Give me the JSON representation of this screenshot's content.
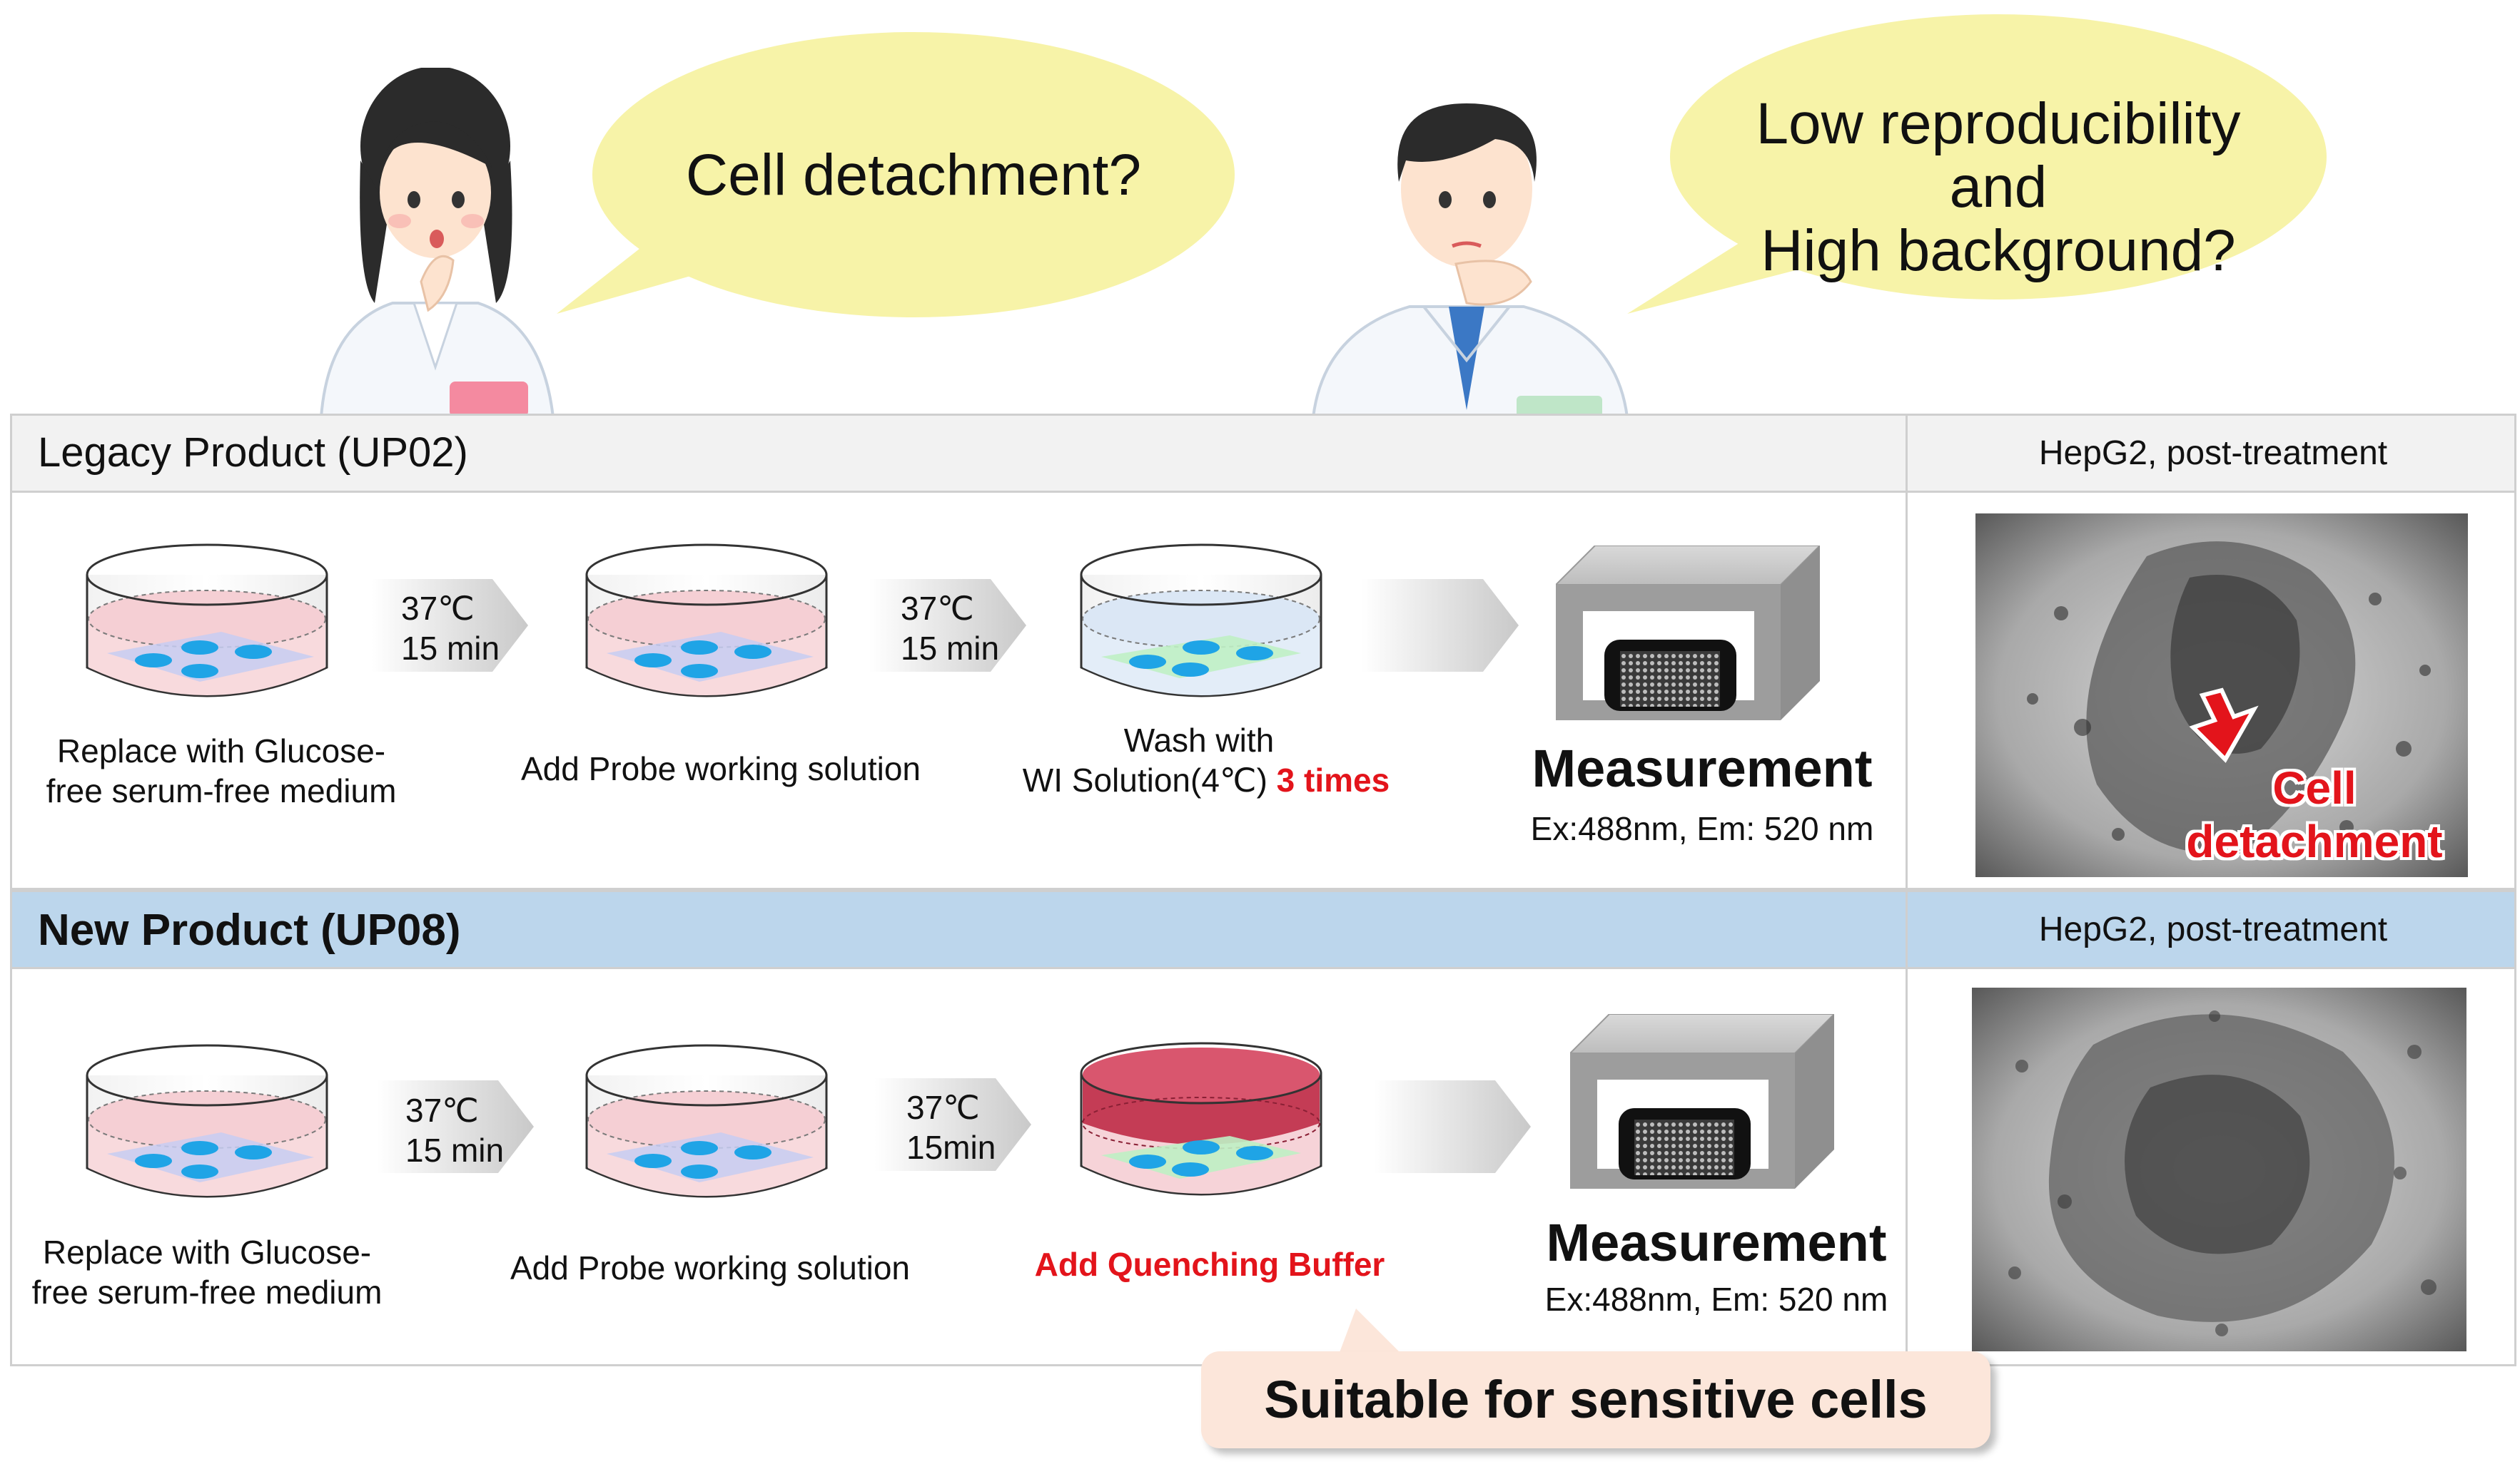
{
  "bubbles": {
    "left_text": "Cell detachment?",
    "right_line1": "Low reproducibility",
    "right_line2": "and",
    "right_line3": "High background?"
  },
  "legacy": {
    "title": "Legacy Product (UP02)",
    "photo_header": "HepG2, post-treatment",
    "step1_line1": "Replace with Glucose-",
    "step1_line2": "free serum-free medium",
    "arrow1_temp": "37℃",
    "arrow1_time": "15 min",
    "step2": "Add Probe working solution",
    "arrow2_temp": "37℃",
    "arrow2_time": "15 min",
    "step3_line1": "Wash with",
    "step3_line2": "WI Solution(4℃)",
    "step3_highlight": "3 times",
    "measure_title": "Measurement",
    "measure_sub": "Ex:488nm, Em: 520 nm",
    "photo_label_line1": "Cell",
    "photo_label_line2": "detachment"
  },
  "newp": {
    "title": "New Product (UP08)",
    "photo_header": "HepG2, post-treatment",
    "step1_line1": "Replace with Glucose-",
    "step1_line2": "free serum-free medium",
    "arrow1_temp": "37℃",
    "arrow1_time": "15 min",
    "step2": "Add Probe working solution",
    "arrow2_temp": "37℃",
    "arrow2_time": "15min",
    "step3": "Add Quenching Buffer",
    "measure_title": "Measurement",
    "measure_sub": "Ex:488nm, Em: 520 nm"
  },
  "callout": "Suitable for sensitive cells",
  "colors": {
    "bubble": "#f7f3a8",
    "new_header": "#bcd6ec",
    "legacy_header": "#f2f2f2",
    "highlight_red": "#e3141b",
    "medium_pink": "#f8dadd",
    "quench_red": "#c43c55",
    "wash_blue": "#e3edf8",
    "cell_blue": "#1fa4e6",
    "callout_bg": "#fce6da"
  }
}
